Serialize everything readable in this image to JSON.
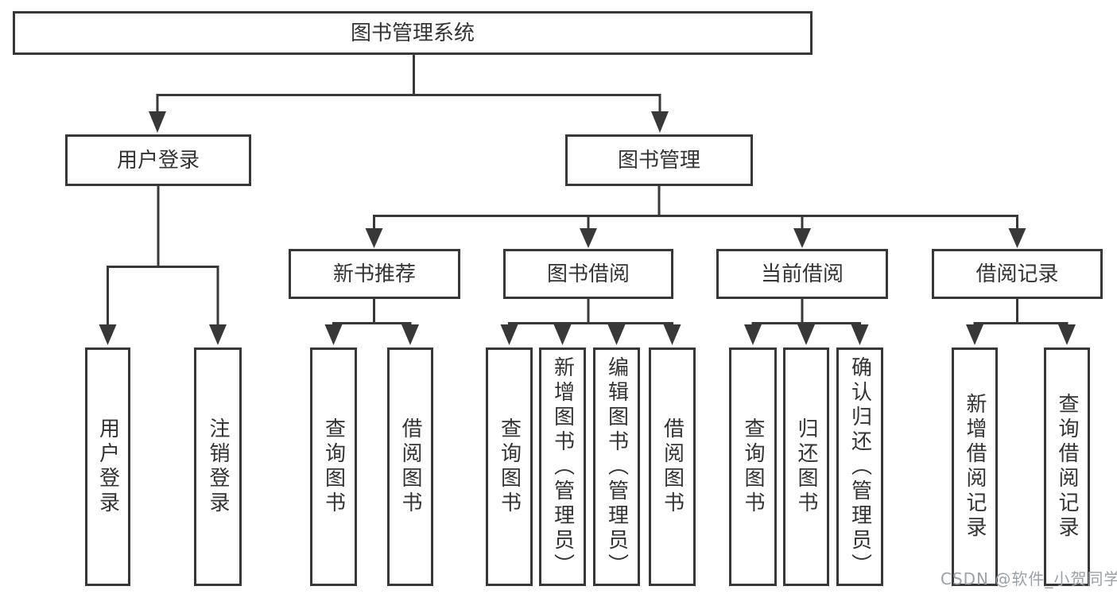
{
  "diagram_title": "图书管理系统",
  "nodes": {
    "root": {
      "label": "图书管理系统"
    },
    "level2": [
      {
        "label": "用户登录"
      },
      {
        "label": "图书管理"
      }
    ],
    "level3": [
      {
        "label": "新书推荐",
        "parent": "图书管理"
      },
      {
        "label": "图书借阅",
        "parent": "图书管理"
      },
      {
        "label": "当前借阅",
        "parent": "图书管理"
      },
      {
        "label": "借阅记录",
        "parent": "图书管理"
      }
    ],
    "leaves": [
      {
        "label": "用户登录",
        "parent": "用户登录"
      },
      {
        "label": "注销登录",
        "parent": "用户登录"
      },
      {
        "label": "查询图书",
        "parent": "新书推荐"
      },
      {
        "label": "借阅图书",
        "parent": "新书推荐"
      },
      {
        "label": "查询图书",
        "parent": "图书借阅"
      },
      {
        "label": "新增图书（管理员）",
        "parent": "图书借阅"
      },
      {
        "label": "编辑图书（管理员）",
        "parent": "图书借阅"
      },
      {
        "label": "借阅图书",
        "parent": "图书借阅"
      },
      {
        "label": "查询图书",
        "parent": "当前借阅"
      },
      {
        "label": "归还图书",
        "parent": "当前借阅"
      },
      {
        "label": "确认归还（管理员）",
        "parent": "当前借阅"
      },
      {
        "label": "新增借阅记录",
        "parent": "借阅记录"
      },
      {
        "label": "查询借阅记录",
        "parent": "借阅记录"
      }
    ]
  },
  "watermark": {
    "text": "CSDN @软件_小贺同学"
  },
  "colors": {
    "line": "#383838",
    "box_border": "#383838",
    "text": "#333333",
    "watermark": "#9aa1a9",
    "background": "#ffffff"
  }
}
